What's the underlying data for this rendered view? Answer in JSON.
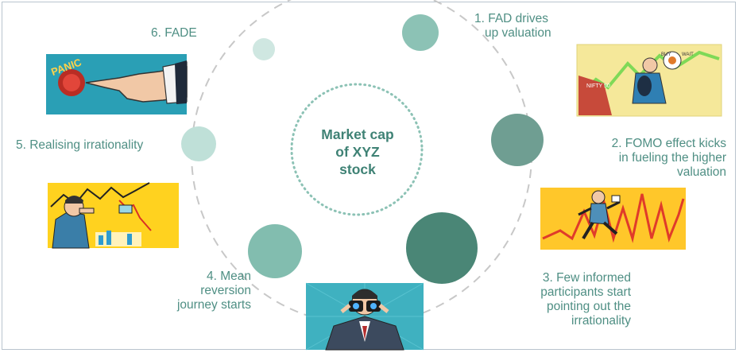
{
  "center": {
    "lines": [
      "Market cap",
      "of XYZ",
      "stock"
    ]
  },
  "steps": [
    {
      "label_lines": [
        "1. FAD drives",
        "up valuation"
      ]
    },
    {
      "label_lines": [
        "2. FOMO effect kicks",
        "in fueling the higher",
        "valuation"
      ]
    },
    {
      "label_lines": [
        "3. Few informed",
        "participants  start",
        "pointing out the",
        "irrationality"
      ]
    },
    {
      "label_lines": [
        "4. Mean",
        "reversion",
        "journey starts"
      ]
    },
    {
      "label_lines": [
        "5. Realising irrationality"
      ]
    },
    {
      "label_lines": [
        "6. FADE"
      ]
    }
  ],
  "illustrations": {
    "panic_sign": "PANIC",
    "nifty_tag": "NIFTY 50",
    "buy_tag": "BUY",
    "wait_tag": "WAIT"
  },
  "colors": {
    "label": "#4f8f84",
    "bubble_light": "#8cc2b5",
    "bubble_mid": "#5f9b8e",
    "bubble_dark": "#3f7f70",
    "ring": "#c9c9c9"
  }
}
